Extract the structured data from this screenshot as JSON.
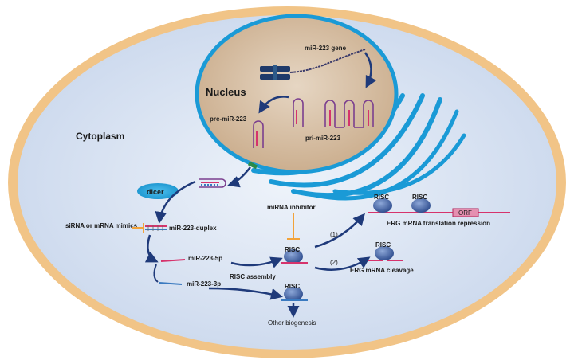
{
  "labels": {
    "cytoplasm": "Cytoplasm",
    "nucleus": "Nucleus",
    "gene": "miR-223 gene",
    "pri_mirna": "pri-miR-223",
    "pre_mirna": "pre-miR-223",
    "dicer": "dicer",
    "duplex": "miR-223-duplex",
    "mimics": "siRNA or mRNA mimics",
    "strand_5p": "miR-223-5p",
    "strand_3p": "miR-223-3p",
    "risc_assembly": "RISC assembly",
    "inhibitor": "miRNA inhibitor",
    "risc": "RISC",
    "path_1": "(1)",
    "path_2": "(2)",
    "orf": "ORF",
    "translation_repression": "ERG mRNA translation repression",
    "cleavage": "ERG mRNA cleavage",
    "other": "Other biogenesis"
  },
  "colors": {
    "cell_border": "#f1c487",
    "cytoplasm_fill": "#d9e3f2",
    "nucleus_fill": "#d7c0a6",
    "nuclear_envelope": "#1a9ad6",
    "arrow": "#1f3a7a",
    "dicer": "#29a9e1",
    "risc": "#3f63a8",
    "mrna": "#d6336c",
    "inhibitor": "#f2a33a"
  }
}
